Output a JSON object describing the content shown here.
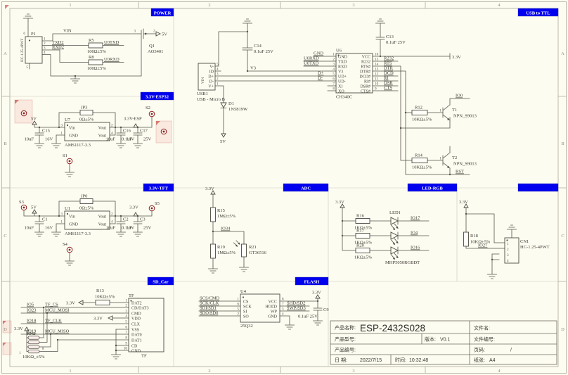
{
  "sheet": {
    "cols": [
      "1",
      "2",
      "3",
      "4"
    ],
    "rows": [
      "A",
      "B",
      "C",
      "D"
    ]
  },
  "power": {
    "title": "POWER",
    "p1_ref": "P1",
    "p1_part": "HC-1.25-4PWT",
    "pin1": "1",
    "pin2": "2",
    "pin3": "3",
    "pin4": "4",
    "pin5": "5",
    "pin6": "6",
    "vin": "VIN",
    "txd2": "TXD2",
    "rxd2": "RXD2",
    "r5_ref": "R5",
    "r5_val": "100Ω±5%",
    "u0txd": "U0TXD",
    "r8_ref": "R8",
    "r8_val": "100Ω±5%",
    "u0rxd": "U0RXD",
    "q1_pin3": "3",
    "q1_pin2": "2",
    "q1_ref": "Q1",
    "q1_part": "AO3401",
    "net5v": "5V"
  },
  "usb": {
    "title": "USB to TTL",
    "usb1_ref": "USB1",
    "usb1_part": "USB - Micro B",
    "usb1_vert": "VIN",
    "p": {
      "vm": "V-",
      "id": "ID",
      "dp": "D+",
      "dm": "D-",
      "vp": "V+"
    },
    "n": {
      "n1": "1",
      "n2": "2",
      "n3": "3",
      "n4": "4",
      "n5": "5"
    },
    "c14_ref": "C14",
    "c14_val": "0.1uF 25V",
    "v3": "V3",
    "dp_net": "D+",
    "dm_net": "D-",
    "gnd_net": "GND",
    "u0rxd": "U0RXD",
    "u0txd": "U0TXD",
    "d1_ref": "D1",
    "d1_part": "1N5819W",
    "d1_net": "5V",
    "u6_ref": "U6",
    "u6_part": "CH340C",
    "u6_left": [
      {
        "n": "1",
        "name": "GND"
      },
      {
        "n": "2",
        "name": "TXD"
      },
      {
        "n": "3",
        "name": "RXD"
      },
      {
        "n": "4",
        "name": "V3"
      },
      {
        "n": "5",
        "name": "UD+"
      },
      {
        "n": "6",
        "name": "UD-"
      },
      {
        "n": "7",
        "name": "XI"
      },
      {
        "n": "8",
        "name": "XO"
      }
    ],
    "u6_right": [
      {
        "n": "16",
        "name": "VCC",
        "net": ""
      },
      {
        "n": "15",
        "name": "R232",
        "net": "R232"
      },
      {
        "n": "14",
        "name": "RTS#",
        "net": "RTS"
      },
      {
        "n": "13",
        "name": "DTR#",
        "net": "DTR"
      },
      {
        "n": "12",
        "name": "DCD#",
        "net": "DCD"
      },
      {
        "n": "11",
        "name": "RI#",
        "net": "RI"
      },
      {
        "n": "10",
        "name": "DSR#",
        "net": "DSR"
      },
      {
        "n": "9",
        "name": "CTS#",
        "net": "CTS"
      }
    ],
    "c13_ref": "C13",
    "c13_val": "0.1uF 25V",
    "net33": "3.3V",
    "r12_ref": "R12",
    "r12_val": "10KΩ±5%",
    "t1_ref": "T1",
    "t1_part": "NPN_S9013",
    "t1_base": "1",
    "io0": "IO0",
    "r14_ref": "R14",
    "r14_val": "10KΩ±5%",
    "t2_ref": "T2",
    "t2_part": "NPN_S9013",
    "t2_base": "1",
    "rst": "RST"
  },
  "esp32": {
    "title": "3.3V-ESP32",
    "u7_ref": "U7",
    "u7_part": "AMS1117-3.3",
    "vin_lbl": "Vin",
    "gnd_lbl": "GND",
    "vout1_lbl": "Vout",
    "vout2_lbl": "Vout",
    "pin3": "3",
    "pin1": "1",
    "pin2": "2",
    "pin4": "4",
    "jp3_ref": "JP3",
    "jp3_val": "0Ω±5%",
    "c15_ref": "C15",
    "c15_v1": "10uF",
    "c15_v2": "16V",
    "net5v": "5V",
    "c16_ref": "C16",
    "c16_v1": "10uF",
    "c16_v2": "16V",
    "c17_ref": "C17",
    "c17_v1": "0.1uF",
    "c17_v2": "25V",
    "net33": "3.3V-ESP",
    "s1": "S1",
    "s2": "S2"
  },
  "tft": {
    "title": "3.3V-TFT",
    "u1_ref": "U1",
    "u1_part": "AMS1117-3.3",
    "vin_lbl": "Vin",
    "gnd_lbl": "GND",
    "vout1_lbl": "Vout",
    "vout2_lbl": "Vout",
    "pin3": "3",
    "pin1": "1",
    "pin2": "2",
    "pin4": "4",
    "jp0_ref": "JP0",
    "jp0_val": "0Ω±5%",
    "c1_ref": "C1",
    "c1_v1": "10uF",
    "c1_v2": "16V",
    "net5v": "5V",
    "c2_ref": "C2",
    "c2_v1": "10uF",
    "c2_v2": "16V",
    "c3_ref": "C3",
    "c3_v1": "0.1uF",
    "c3_v2": "25V",
    "net33": "3.3V",
    "s3": "S3",
    "s4": "S4",
    "s5": "S5"
  },
  "adc": {
    "title": "ADC",
    "net33": "3.3V",
    "r15_ref": "R15",
    "r15_val": "1MΩ±5%",
    "io34": "IO34",
    "r19_ref": "R19",
    "r19_val": "1MΩ±5%",
    "r21_ref": "R21",
    "r21_part": "GT36516"
  },
  "led": {
    "title": "LED-RGB",
    "net33": "3.3V",
    "led1_ref": "LED1",
    "led_part": "MHP5050RGBDT",
    "rows": [
      {
        "r": "R16",
        "v": "1KΩ±5%",
        "net": "IO17"
      },
      {
        "r": "R17",
        "v": "1KΩ±5%",
        "net": "IO4"
      },
      {
        "r": "R20",
        "v": "1KΩ±5%",
        "net": "IO16"
      }
    ]
  },
  "cn": {
    "net33": "3.3V",
    "r18_ref": "R18",
    "r18_val": "10KΩ±5%",
    "io27": "IO27",
    "cn1_ref": "CN1",
    "cn1_part": "HC-1.25-4PWT",
    "pin1": "1",
    "pin2": "2",
    "pin3": "3",
    "pin4": "4"
  },
  "sd": {
    "title": "SD_Car",
    "r13_ref": "R13",
    "r13_val": "10KΩ±5%",
    "net33_a": "3.3V",
    "net33_b": "3.3V",
    "net33_c": "3.3V",
    "sig": [
      {
        "io": "IO5",
        "net": "TF_CS"
      },
      {
        "io": "IO23",
        "net": "MCU_MOSI"
      },
      {
        "io": "IO18",
        "net": "TF_CLK"
      },
      {
        "io": "IO19",
        "net": "MCU_MISO"
      }
    ],
    "rn2_ref": "RN2",
    "rn2_val": "10KΩ_±5%",
    "rn2_p1": "1",
    "rn2_p8": "8",
    "tf_top": "TF",
    "tf_bottom": "TF",
    "tf_pins": [
      {
        "n": "1",
        "name": "DAT2"
      },
      {
        "n": "2",
        "name": "CD/DAT3"
      },
      {
        "n": "3",
        "name": "CMD"
      },
      {
        "n": "4",
        "name": "VDD"
      },
      {
        "n": "5",
        "name": "CLX"
      },
      {
        "n": "6",
        "name": "VSS"
      },
      {
        "n": "7",
        "name": "DAT0"
      },
      {
        "n": "8",
        "name": "DAT1"
      },
      {
        "n": "9",
        "name": "CD"
      },
      {
        "n": "10",
        "name": "GND"
      }
    ]
  },
  "flash": {
    "title": "FLASH",
    "u4_ref": "U4",
    "u4_part": "25Q32",
    "left": [
      {
        "net": "SCS/CMD",
        "n": "1",
        "name": "CS"
      },
      {
        "net": "SCK/CLK",
        "n": "6",
        "name": "SCK"
      },
      {
        "net": "SDI/SD1",
        "n": "5",
        "name": "SI"
      },
      {
        "net": "SDO/SD0",
        "n": "2",
        "name": "SO"
      }
    ],
    "right": [
      {
        "n": "8",
        "name": "VCC",
        "net": ""
      },
      {
        "n": "7",
        "name": "HOLD",
        "net": "SHD/SD2"
      },
      {
        "n": "3",
        "name": "WP",
        "net": "SWP/SD3"
      },
      {
        "n": "4",
        "name": "GND",
        "net": ""
      }
    ],
    "net33": "3.3V",
    "c9_ref": "C9",
    "c9_val": "0.1uF 25V"
  },
  "titleblock": {
    "product_name_label": "产品名称:",
    "product_name": "ESP-2432S028",
    "file_name_label": "文件名:",
    "model_label": "产品型号:",
    "version_label": "版本:",
    "version": "V0.1",
    "file_no_label": "文件编号:",
    "product_no_label": "产品编号:",
    "page_label": "页码:",
    "page": "/",
    "date_label": "日    期:",
    "date": "2022/7/15",
    "time_label": "时间:",
    "time": "10:32:48",
    "paper_label": "纸张:",
    "paper": "A4"
  }
}
